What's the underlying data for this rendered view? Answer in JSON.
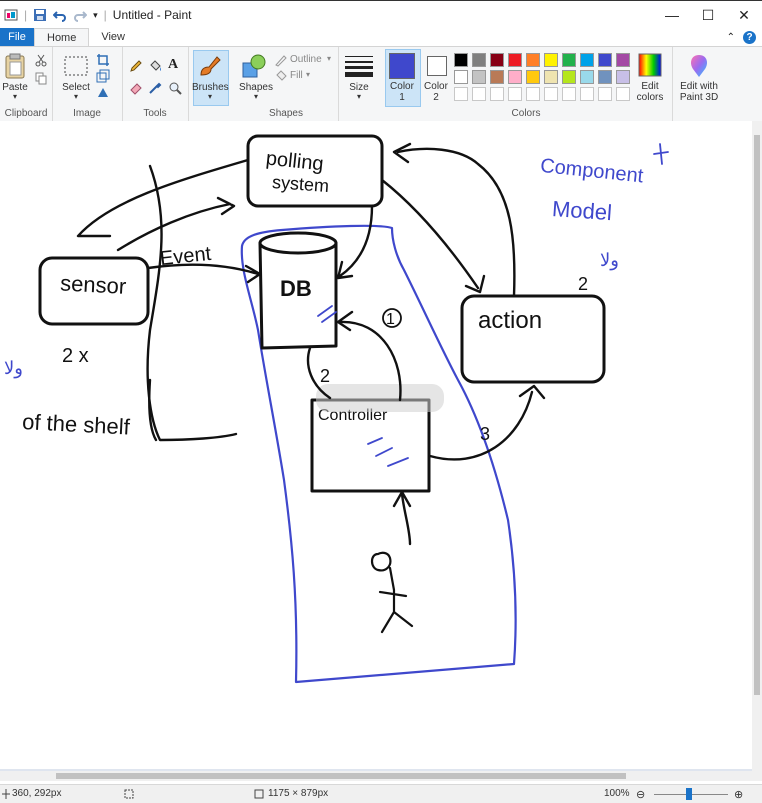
{
  "window": {
    "title": "Untitled - Paint",
    "controls": [
      "—",
      "☐",
      "✕"
    ]
  },
  "tabs": {
    "file": "File",
    "home": "Home",
    "view": "View"
  },
  "ribbon": {
    "clipboard": {
      "paste": "Paste",
      "label": "Clipboard"
    },
    "image": {
      "select": "Select",
      "label": "Image"
    },
    "tools": {
      "label": "Tools"
    },
    "brushes": {
      "label": "Brushes"
    },
    "shapes": {
      "shapes": "Shapes",
      "outline": "Outline",
      "fill": "Fill",
      "label": "Shapes"
    },
    "size": {
      "label": "Size"
    },
    "colors": {
      "color1": "Color\n1",
      "color2": "Color\n2",
      "edit_colors": "Edit\ncolors",
      "label": "Colors",
      "color1_value": "#3f48cc",
      "color2_value": "#ffffff",
      "palette_row1": [
        "#000000",
        "#7f7f7f",
        "#880015",
        "#ed1c24",
        "#ff7f27",
        "#fff200",
        "#22b14c",
        "#00a2e8",
        "#3f48cc",
        "#a349a4"
      ],
      "palette_row2": [
        "#ffffff",
        "#c3c3c3",
        "#b97a57",
        "#ffaec9",
        "#ffc90e",
        "#efe4b0",
        "#b5e61d",
        "#99d9ea",
        "#7092be",
        "#c8bfe7"
      ]
    },
    "paint3d": {
      "label": "Edit with\nPaint 3D"
    }
  },
  "drawing": {
    "polling": "polling",
    "system": "system",
    "event": "Event",
    "sensor": "sensor",
    "db": "DB",
    "action": "action",
    "controller": "Controller",
    "component": "Component",
    "model": "Model",
    "two_x": "2 x",
    "off_the_shelf": "of the shelf",
    "num1": "1",
    "num2a": "2",
    "num2b": "2",
    "num3": "3",
    "ar1": "ولا",
    "ar2": "ولا",
    "colors": {
      "ink": "#111111",
      "blue": "#3f48cc"
    }
  },
  "status": {
    "cursor": "360, 292px",
    "size": "1175 × 879px",
    "zoom": "100%"
  }
}
